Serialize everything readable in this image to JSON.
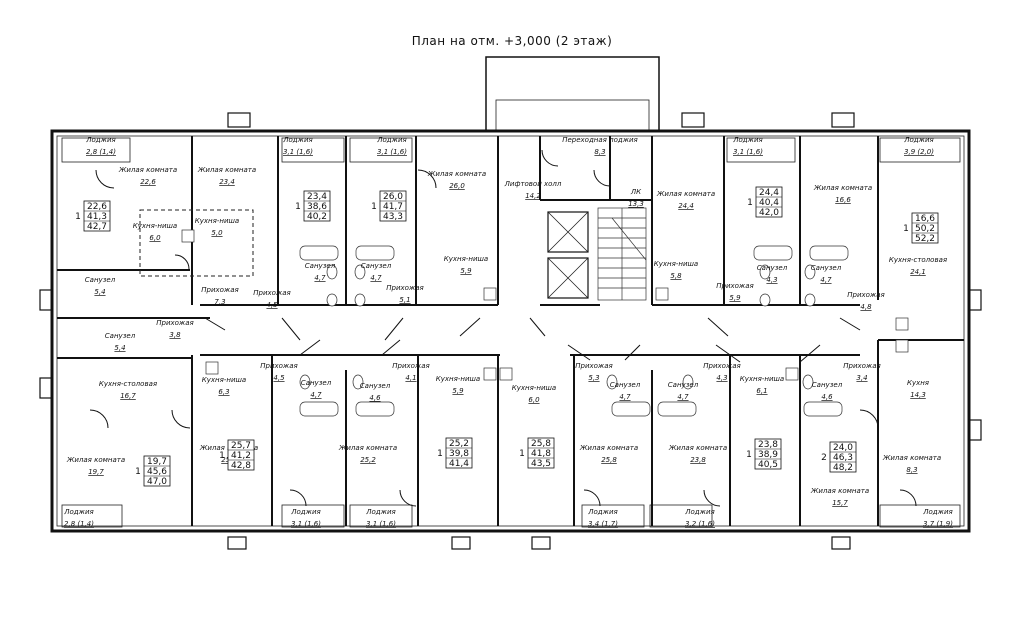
{
  "title": "План на отм. +3,000 (2 этаж)",
  "rooms": [
    {
      "name": "Лоджия",
      "area": "2,8",
      "note": "(1,4)"
    },
    {
      "name": "Жилая комната",
      "area": "22,6"
    },
    {
      "name": "Жилая комната",
      "area": "23,4"
    },
    {
      "name": "Кухня-ниша",
      "area": "6,0"
    },
    {
      "name": "Кухня-ниша",
      "area": "5,0"
    },
    {
      "name": "Санузел",
      "area": "5,4"
    },
    {
      "name": "Прихожая",
      "area": "7,3"
    },
    {
      "name": "Лоджия",
      "area": "3,1",
      "note": "(1,6)"
    },
    {
      "name": "Лоджия",
      "area": "3,1",
      "note": "(1,6)"
    },
    {
      "name": "Санузел",
      "area": "4,7"
    },
    {
      "name": "Санузел",
      "area": "4,7"
    },
    {
      "name": "Прихожая",
      "area": "4,5"
    },
    {
      "name": "Прихожая",
      "area": "5,1"
    },
    {
      "name": "Жилая комната",
      "area": "26,0"
    },
    {
      "name": "Кухня-ниша",
      "area": "5,9"
    },
    {
      "name": "Переходная лоджия",
      "area": "8,3"
    },
    {
      "name": "Лифтовой холл",
      "area": "14,2"
    },
    {
      "name": "ЛК",
      "area": "13,3"
    },
    {
      "name": "Жилая комната",
      "area": "24,4"
    },
    {
      "name": "Кухня-ниша",
      "area": "5,8"
    },
    {
      "name": "Лоджия",
      "area": "3,1",
      "note": "(1,6)"
    },
    {
      "name": "Санузел",
      "area": "4,3"
    },
    {
      "name": "Санузел",
      "area": "4,7"
    },
    {
      "name": "Прихожая",
      "area": "5,9"
    },
    {
      "name": "Жилая комната",
      "area": "16,6"
    },
    {
      "name": "Лоджия",
      "area": "3,9",
      "note": "(2,0)"
    },
    {
      "name": "Кухня-столовая",
      "area": "24,1"
    },
    {
      "name": "Прихожая",
      "area": "4,8"
    },
    {
      "name": "Санузел",
      "area": "5,4"
    },
    {
      "name": "Прихожая",
      "area": "3,8"
    },
    {
      "name": "Кухня-столовая",
      "area": "16,7"
    },
    {
      "name": "Жилая комната",
      "area": "19,7"
    },
    {
      "name": "Лоджия",
      "area": "2,8",
      "note": "(1,4)"
    },
    {
      "name": "Кухня-ниша",
      "area": "6,3"
    },
    {
      "name": "Прихожая",
      "area": "4,5"
    },
    {
      "name": "Санузел",
      "area": "4,7"
    },
    {
      "name": "Санузел",
      "area": "4,6"
    },
    {
      "name": "Прихожая",
      "area": "4,1"
    },
    {
      "name": "Кухня-ниша",
      "area": "5,9"
    },
    {
      "name": "Кухня-ниша",
      "area": "6,0"
    },
    {
      "name": "Жилая комната",
      "area": "25,7"
    },
    {
      "name": "Жилая комната",
      "area": "25,2"
    },
    {
      "name": "Лоджия",
      "area": "3,1",
      "note": "(1,6)"
    },
    {
      "name": "Лоджия",
      "area": "3,1",
      "note": "(1,6)"
    },
    {
      "name": "Прихожая",
      "area": "5,3"
    },
    {
      "name": "Санузел",
      "area": "4,7"
    },
    {
      "name": "Санузел",
      "area": "4,7"
    },
    {
      "name": "Прихожая",
      "area": "4,3"
    },
    {
      "name": "Кухня-ниша",
      "area": "6,1"
    },
    {
      "name": "Жилая комната",
      "area": "25,8"
    },
    {
      "name": "Жилая комната",
      "area": "23,8"
    },
    {
      "name": "Лоджия",
      "area": "3,4",
      "note": "(1,7)"
    },
    {
      "name": "Лоджия",
      "area": "3,2",
      "note": "(1,6)"
    },
    {
      "name": "Санузел",
      "area": "4,6"
    },
    {
      "name": "Прихожая",
      "area": "3,4"
    },
    {
      "name": "Кухня",
      "area": "14,3"
    },
    {
      "name": "Жилая комната",
      "area": "8,3"
    },
    {
      "name": "Жилая комната",
      "area": "15,7"
    },
    {
      "name": "Лоджия",
      "area": "3,7",
      "note": "(1,9)"
    }
  ],
  "apartments": [
    {
      "rooms": "1",
      "values": [
        "22,6",
        "41,3",
        "42,7"
      ]
    },
    {
      "rooms": "1",
      "values": [
        "23,4",
        "38,6",
        "40,2"
      ]
    },
    {
      "rooms": "1",
      "values": [
        "26,0",
        "41,7",
        "43,3"
      ]
    },
    {
      "rooms": "1",
      "values": [
        "24,4",
        "40,4",
        "42,0"
      ]
    },
    {
      "rooms": "1",
      "values": [
        "16,6",
        "50,2",
        "52,2"
      ]
    },
    {
      "rooms": "1",
      "values": [
        "19,7",
        "45,6",
        "47,0"
      ]
    },
    {
      "rooms": "1",
      "values": [
        "25,7",
        "41,2",
        "42,8"
      ]
    },
    {
      "rooms": "1",
      "values": [
        "25,2",
        "39,8",
        "41,4"
      ]
    },
    {
      "rooms": "1",
      "values": [
        "25,8",
        "41,8",
        "43,5"
      ]
    },
    {
      "rooms": "1",
      "values": [
        "23,8",
        "38,9",
        "40,5"
      ]
    },
    {
      "rooms": "2",
      "values": [
        "24,0",
        "46,3",
        "48,2"
      ]
    }
  ]
}
